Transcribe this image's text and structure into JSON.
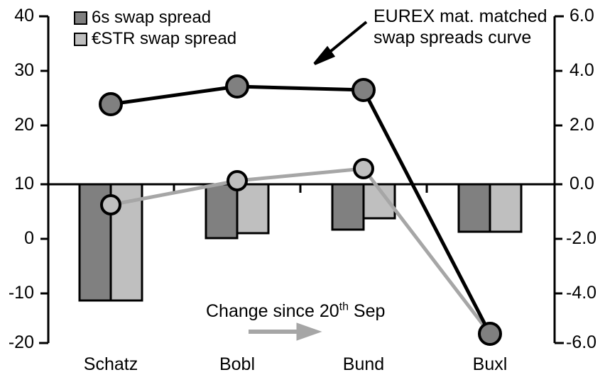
{
  "legend": {
    "position": "top-left",
    "items": [
      {
        "label": "6s swap spread",
        "color": "#808080",
        "name": "legend-6s-swap-spread"
      },
      {
        "label": "€STR swap spread",
        "color": "#BFBFBF",
        "name": "legend-estr-swap-spread"
      }
    ]
  },
  "annotations": {
    "curve_note_line1": "EUREX mat. matched",
    "curve_note_line2": "swap spreads curve",
    "change_note_pre": "Change since 20",
    "change_note_sup": "th",
    "change_note_post": " Sep"
  },
  "axes": {
    "left_ticks": [
      "40",
      "30",
      "20",
      "10",
      "0",
      "-10",
      "-20"
    ],
    "right_ticks": [
      "6.0",
      "4.0",
      "2.0",
      "0.0",
      "-2.0",
      "-4.0",
      "-6.0"
    ]
  },
  "chart_data": {
    "type": "bar",
    "title": "",
    "xlabel": "",
    "ylabel": "",
    "y2label": "",
    "grid": false,
    "categories": [
      "Schatz",
      "Bobl",
      "Bund",
      "Buxl"
    ],
    "ylim": [
      -20,
      40
    ],
    "y_ticks": [
      -20,
      -10,
      0,
      10,
      20,
      30,
      40
    ],
    "y2lim": [
      -6.0,
      6.0
    ],
    "y2_ticks": [
      -6.0,
      -4.0,
      -2.0,
      0.0,
      2.0,
      4.0,
      6.0
    ],
    "zero_line_y2": 0.0,
    "series": [
      {
        "name": "6s swap spread",
        "kind": "bar",
        "axis": "right",
        "color": "#808080",
        "edge_color": "#000000",
        "values": [
          -4.25,
          -1.98,
          -1.65,
          -1.75
        ]
      },
      {
        "name": "€STR swap spread",
        "kind": "bar",
        "axis": "right",
        "color": "#BFBFBF",
        "edge_color": "#000000",
        "values": [
          -4.25,
          -1.78,
          -1.25,
          -1.75
        ]
      },
      {
        "name": "EUREX mat. matched swap spreads curve",
        "kind": "line",
        "axis": "left",
        "color": "#000000",
        "marker_color": "#808080",
        "values": [
          24.6,
          28.0,
          27.4,
          -18.1
        ]
      },
      {
        "name": "Change since 20th Sep",
        "kind": "line",
        "axis": "left",
        "color": "#A6A6A6",
        "marker_color": "#BFBFBF",
        "values": [
          6.2,
          10.6,
          12.8,
          -18.1
        ]
      }
    ]
  }
}
